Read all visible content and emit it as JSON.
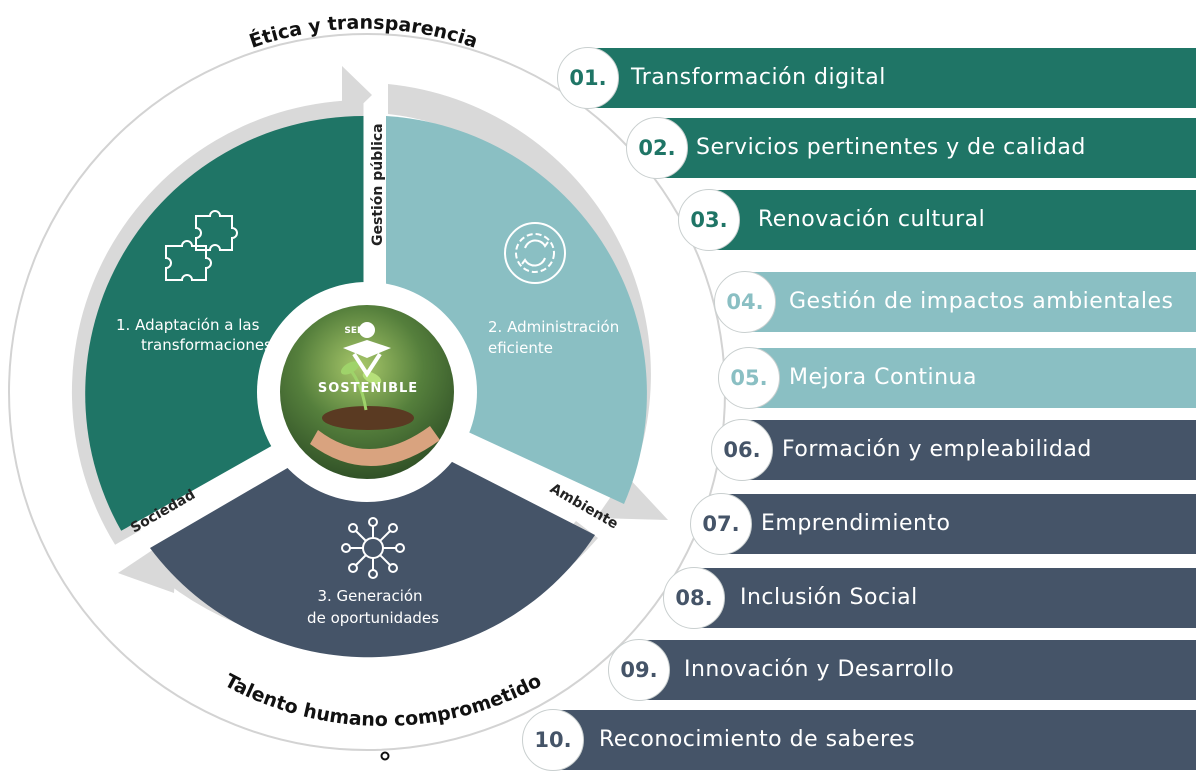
{
  "colors": {
    "teal_dark": "#1f7566",
    "teal_light": "#8abfc3",
    "slate": "#455468",
    "arrow_gray": "#d9d9d9",
    "ring_stroke": "#d3d3d3"
  },
  "circle": {
    "arc_top": "Ética y transparencia",
    "arc_bottom": "Talento humano comprometido",
    "dividers": {
      "vertical": "Gestión pública",
      "left": "Sociedad",
      "right": "Ambiente"
    },
    "segments": [
      {
        "label_line1": "1. Adaptación a las",
        "label_line2": "transformaciones",
        "icon": "puzzle-icon"
      },
      {
        "label_line1": "2. Administración",
        "label_line2": "eficiente",
        "icon": "gear-cycle-icon"
      },
      {
        "label_line1": "3. Generación",
        "label_line2": "de oportunidades",
        "icon": "network-hub-icon"
      }
    ],
    "center": {
      "logo_text": "SENA",
      "tagline": "SOSTENIBLE",
      "image": "hands-holding-sprout-photo"
    }
  },
  "items": [
    {
      "num": "01.",
      "label": "Transformación digital",
      "color": "#1f7566"
    },
    {
      "num": "02.",
      "label": "Servicios pertinentes y de calidad",
      "color": "#1f7566"
    },
    {
      "num": "03.",
      "label": "Renovación cultural",
      "color": "#1f7566"
    },
    {
      "num": "04.",
      "label": "Gestión de impactos ambientales",
      "color": "#8abfc3"
    },
    {
      "num": "05.",
      "label": "Mejora Continua",
      "color": "#8abfc3"
    },
    {
      "num": "06.",
      "label": "Formación y empleabilidad",
      "color": "#455468"
    },
    {
      "num": "07.",
      "label": "Emprendimiento",
      "color": "#455468"
    },
    {
      "num": "08.",
      "label": "Inclusión Social",
      "color": "#455468"
    },
    {
      "num": "09.",
      "label": "Innovación y Desarrollo",
      "color": "#455468"
    },
    {
      "num": "10.",
      "label": "Reconocimiento de saberes",
      "color": "#455468"
    }
  ]
}
